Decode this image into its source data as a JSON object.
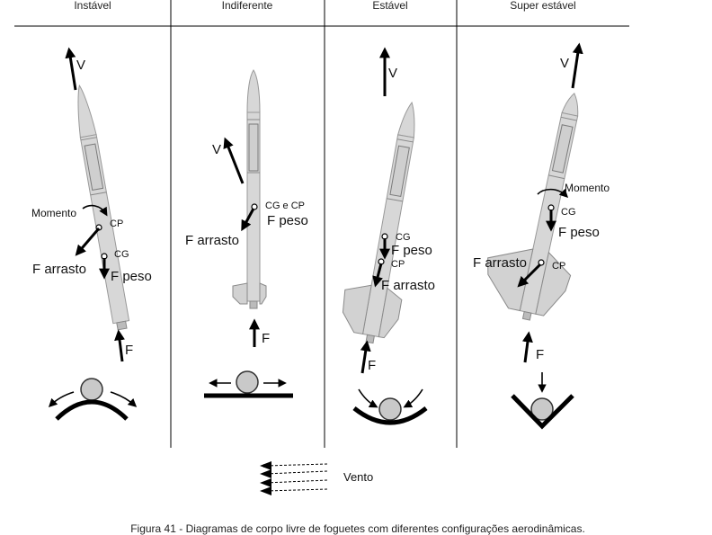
{
  "headers": [
    "Instável",
    "Indiferente",
    "Estável",
    "Super estável"
  ],
  "labels": {
    "v": "V",
    "f": "F",
    "cp": "CP",
    "cg": "CG",
    "cg_e_cp": "CG e CP",
    "f_peso": "F peso",
    "f_arrasto": "F arrasto",
    "momento": "Momento",
    "vento": "Vento"
  },
  "caption": "Figura 41 - Diagramas de corpo livre de foguetes com diferentes configurações aerodinâmicas."
}
